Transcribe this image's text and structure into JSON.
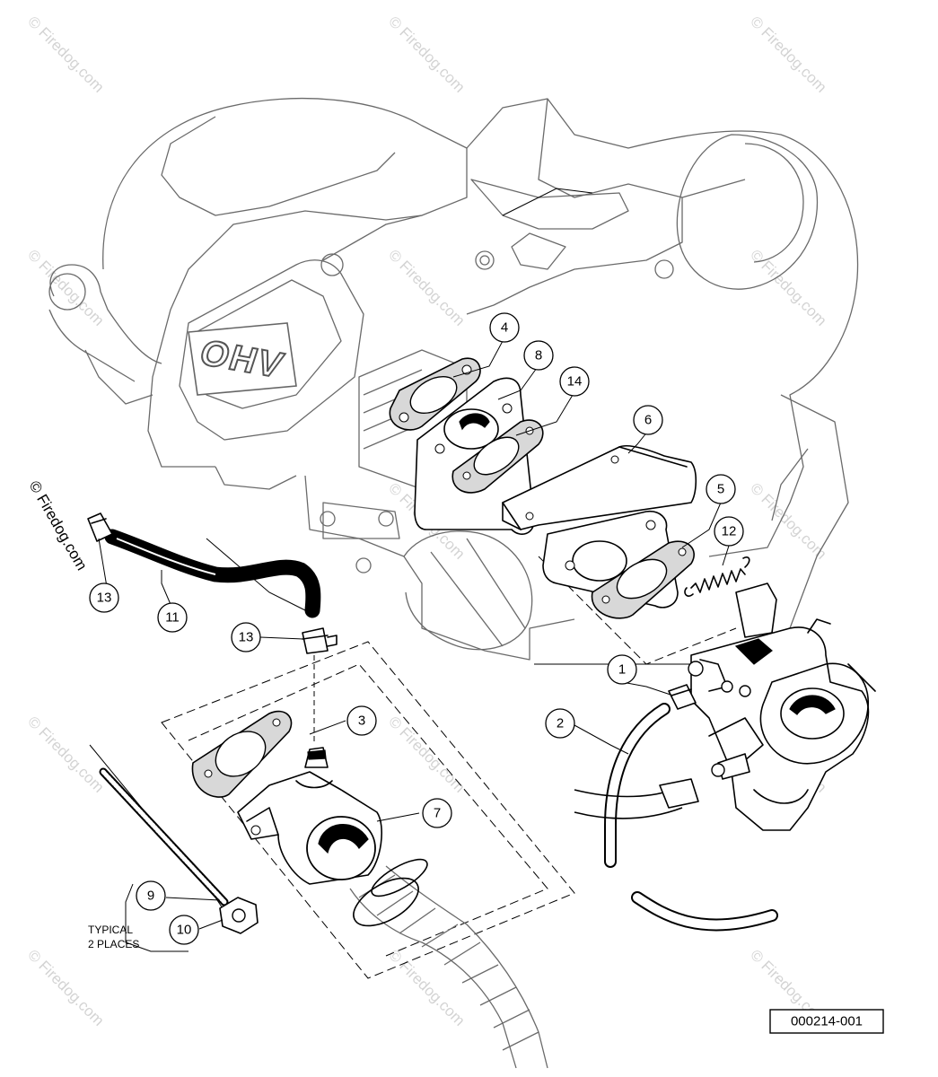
{
  "diagram": {
    "engine_badge": "OHV",
    "reference_number": "000214-001",
    "note": {
      "line1": "TYPICAL",
      "line2": "2 PLACES"
    },
    "watermark_text": "© Firedog.com",
    "callouts": {
      "c1": "1",
      "c2": "2",
      "c3": "3",
      "c4": "4",
      "c5": "5",
      "c6": "6",
      "c7": "7",
      "c8": "8",
      "c9": "9",
      "c10": "10",
      "c11": "11",
      "c12": "12",
      "c13a": "13",
      "c13b": "13",
      "c14": "14"
    },
    "colors": {
      "line": "#000000",
      "ghost": "#6a6a6a",
      "watermark": "#c9c9c9",
      "gasket_fill": "#d8d8d8"
    }
  }
}
